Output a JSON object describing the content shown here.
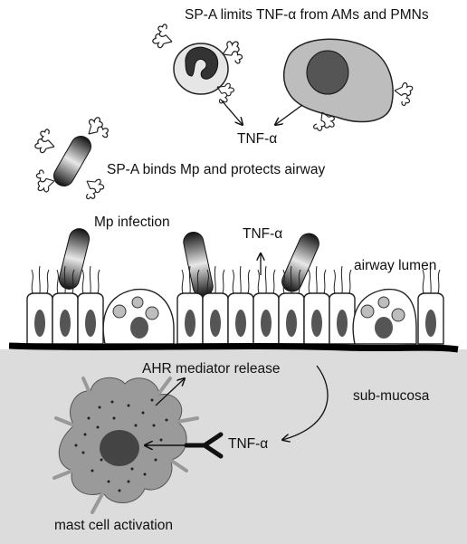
{
  "labels": {
    "top_title": "SP-A limits TNF-α from AMs and PMNs",
    "tnf_top": "TNF-α",
    "spa_binds": "SP-A binds Mp and protects airway",
    "mp_infection": "Mp infection",
    "tnf_middle": "TNF-α",
    "airway_lumen": "airway lumen",
    "ahr_release": "AHR mediator release",
    "sub_mucosa": "sub-mucosa",
    "tnf_bottom": "TNF-α",
    "mast_cell": "mast cell activation"
  },
  "colors": {
    "submucosa": "#dcdcdc",
    "membrane": "#000000",
    "nucleus": "#555555",
    "macrophage": "#bdbdbd",
    "mast_cell": "#9a9a9a"
  },
  "icons": [
    "neutrophil",
    "alveolar-macrophage",
    "sp-a-molecule",
    "mycoplasma",
    "epithelial-cell",
    "goblet-cell",
    "mast-cell",
    "tnf-receptor"
  ]
}
